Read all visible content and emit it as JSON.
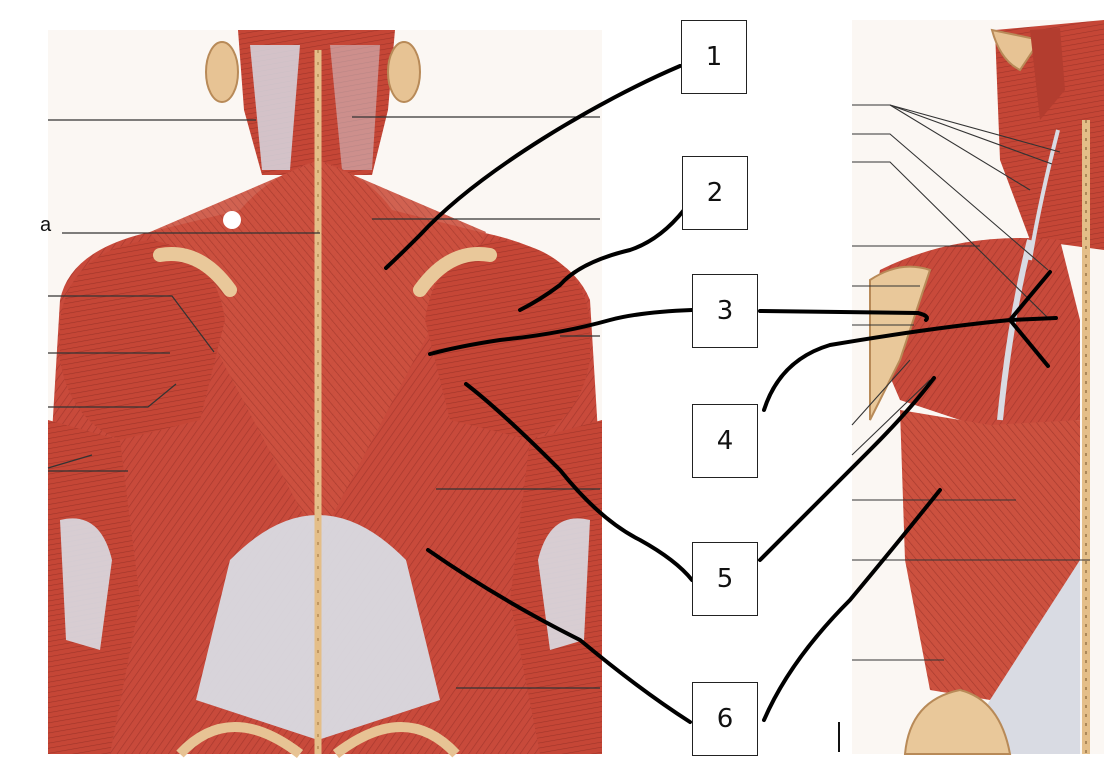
{
  "figure": {
    "label_numbers": [
      "1",
      "2",
      "3",
      "4",
      "5",
      "6"
    ],
    "edge_text": "a"
  },
  "colors": {
    "muscle": "#c84a3b",
    "muscle_dark": "#9e3328",
    "muscle_light": "#d86a55",
    "tendon": "#d9dbe3",
    "bone": "#e9c89a",
    "ink": "#111111",
    "leader": "#333333"
  }
}
